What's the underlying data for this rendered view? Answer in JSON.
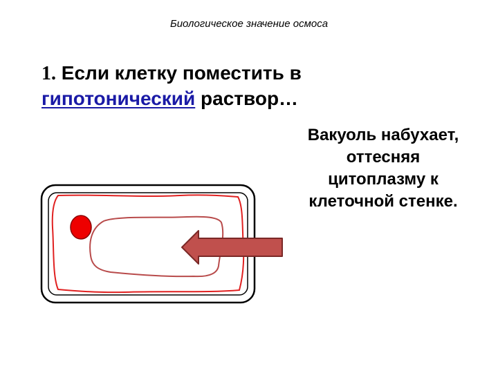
{
  "slide": {
    "subtitle": "Биологическое значение осмоса",
    "heading": {
      "number": "1.",
      "text_before": " Если  клетку поместить в",
      "link_text": "гипотонический",
      "text_after": " раствор…"
    },
    "description_lines": [
      "Вакуоль набухает,",
      "оттесняя",
      "цитоплазму к",
      "клеточной стенке."
    ]
  },
  "colors": {
    "link": "#1a1aa6",
    "membrane": "#e02020",
    "vacuole_outline": "#b84a4a",
    "nucleus": "#ee0000",
    "arrow_fill": "#c0504d",
    "arrow_stroke": "#7a2826"
  },
  "icons": {
    "cell": "plant-cell-icon",
    "arrow": "arrow-left-icon"
  }
}
